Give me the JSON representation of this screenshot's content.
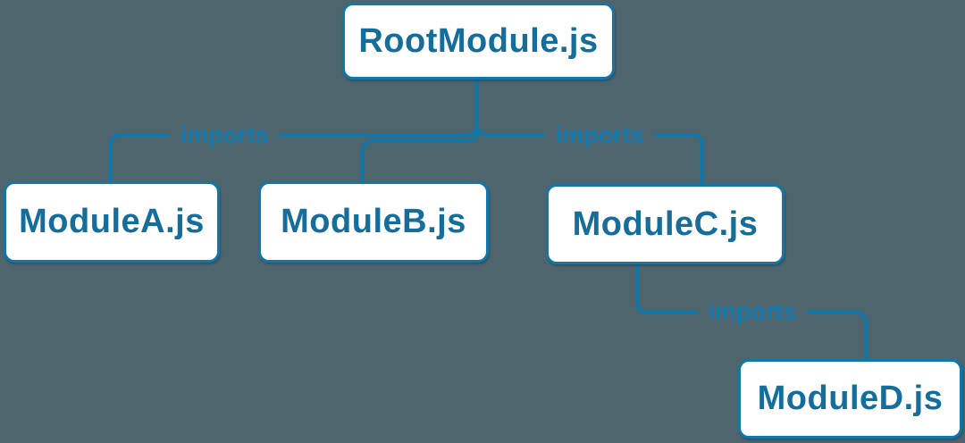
{
  "diagram": {
    "type": "flowchart",
    "direction": "top-down",
    "colors": {
      "background": "#4e656e",
      "line": "#1177a8",
      "node_fill": "#ffffff",
      "node_border": "#1177a8",
      "node_text": "#146d9a",
      "edge_label": "#1278ab"
    },
    "nodes": [
      {
        "id": "root",
        "label": "RootModule.js"
      },
      {
        "id": "a",
        "label": "ModuleA.js"
      },
      {
        "id": "b",
        "label": "ModuleB.js"
      },
      {
        "id": "c",
        "label": "ModuleC.js"
      },
      {
        "id": "d",
        "label": "ModuleD.js"
      }
    ],
    "edges": [
      {
        "from": "RootModule.js",
        "to": "ModuleA.js",
        "label": "imports"
      },
      {
        "from": "RootModule.js",
        "to": "ModuleB.js",
        "label": ""
      },
      {
        "from": "RootModule.js",
        "to": "ModuleC.js",
        "label": "imports"
      },
      {
        "from": "ModuleC.js",
        "to": "ModuleD.js",
        "label": "imports"
      }
    ]
  }
}
